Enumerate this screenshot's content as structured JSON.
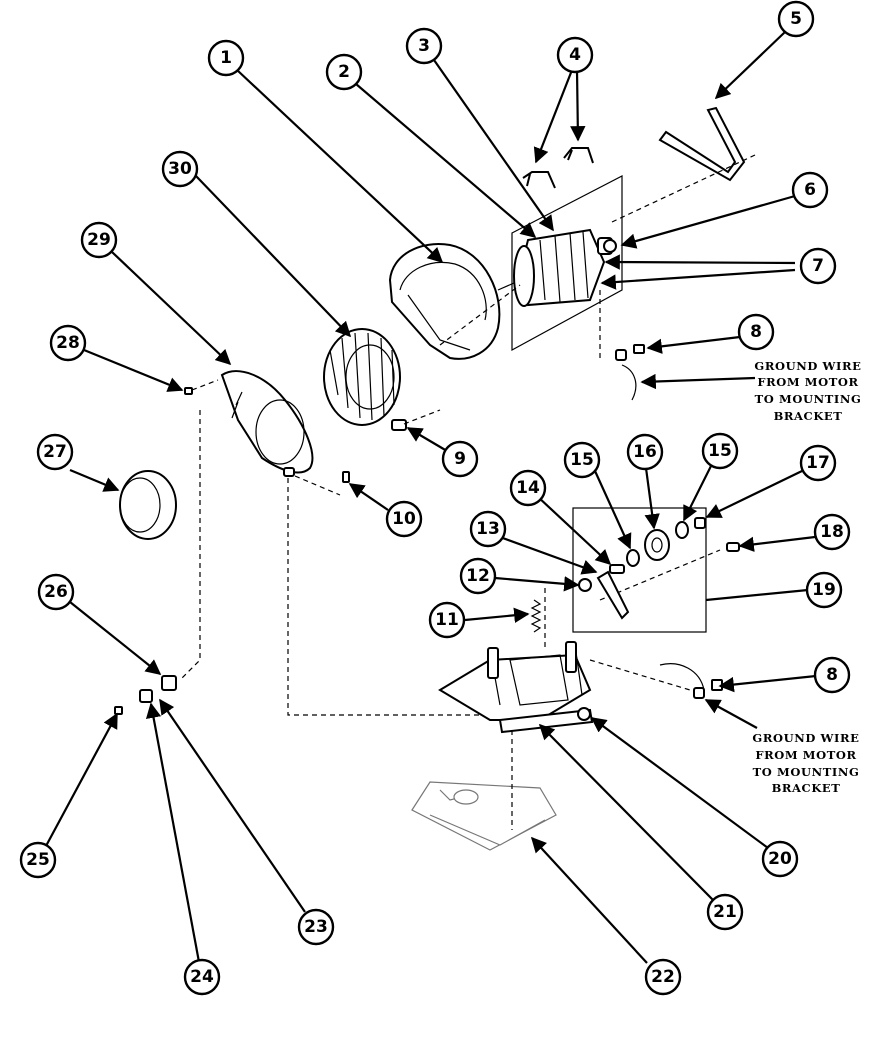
{
  "callouts": [
    "1",
    "2",
    "3",
    "4",
    "5",
    "6",
    "7",
    "8",
    "9",
    "10",
    "11",
    "12",
    "13",
    "14",
    "15",
    "16",
    "17",
    "18",
    "19",
    "20",
    "21",
    "22",
    "23",
    "24",
    "25",
    "26",
    "27",
    "28",
    "29",
    "30"
  ],
  "notes": {
    "ground_wire_upper": [
      "GROUND WIRE",
      "FROM MOTOR",
      "TO MOUNTING",
      "BRACKET"
    ],
    "ground_wire_lower": [
      "GROUND WIRE",
      "FROM MOTOR",
      "TO MOUNTING",
      "BRACKET"
    ]
  }
}
